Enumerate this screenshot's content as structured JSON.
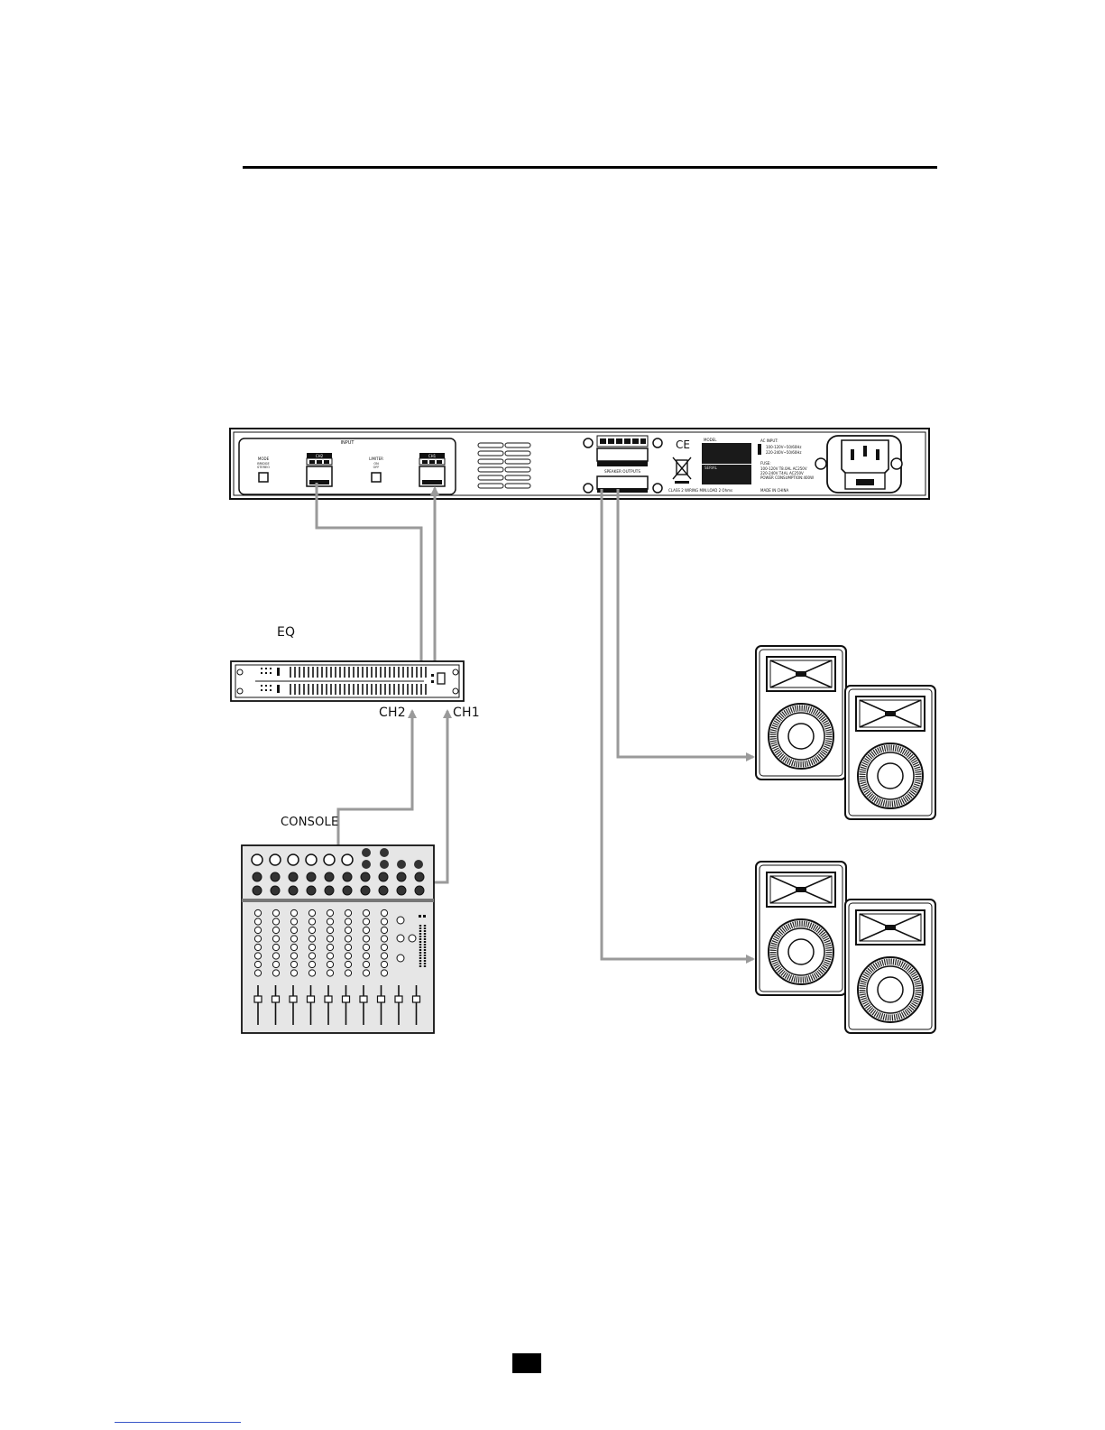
{
  "labels": {
    "eq": "EQ",
    "ch2": "CH2",
    "ch1": "CH1",
    "console": "CONSOLE"
  },
  "amp_panel": {
    "input": "INPUT",
    "ch2_tag": "CH2",
    "ch1_tag": "CH1",
    "mode": "MODE",
    "mode_sub_1": "BRIDGE",
    "mode_sub_2": "STEREO",
    "limiter": "LIMITER",
    "limiter_sub_1": "ON",
    "limiter_sub_2": "OFF",
    "speaker_outputs": "SPEAKER OUTPUTS",
    "model": "MODEL",
    "serial": "SERIAL",
    "ce_mark": "CE",
    "ac_input": "AC INPUT:",
    "ac_input_line1": "100-120V~50/60Hz",
    "ac_input_line2": "220-240V~50/60Hz",
    "fuse": "FUSE:",
    "fuse_line1": "100-120V T8.0AL AC250V",
    "fuse_line2": "220-240V T4AL AC250V",
    "power_consumption": "POWER CONSUMPTION:400W",
    "class2_wiring": "CLASS 2 WIRING MIN.LOAD 2 Ohms",
    "made_in": "MADE IN CHINA"
  },
  "colors": {
    "cable": "#9a9a9a",
    "line": "#111111",
    "panel_fill": "#ffffff",
    "dark_fill": "#1a1a1a",
    "mixer_fill": "#e6e6e6"
  }
}
